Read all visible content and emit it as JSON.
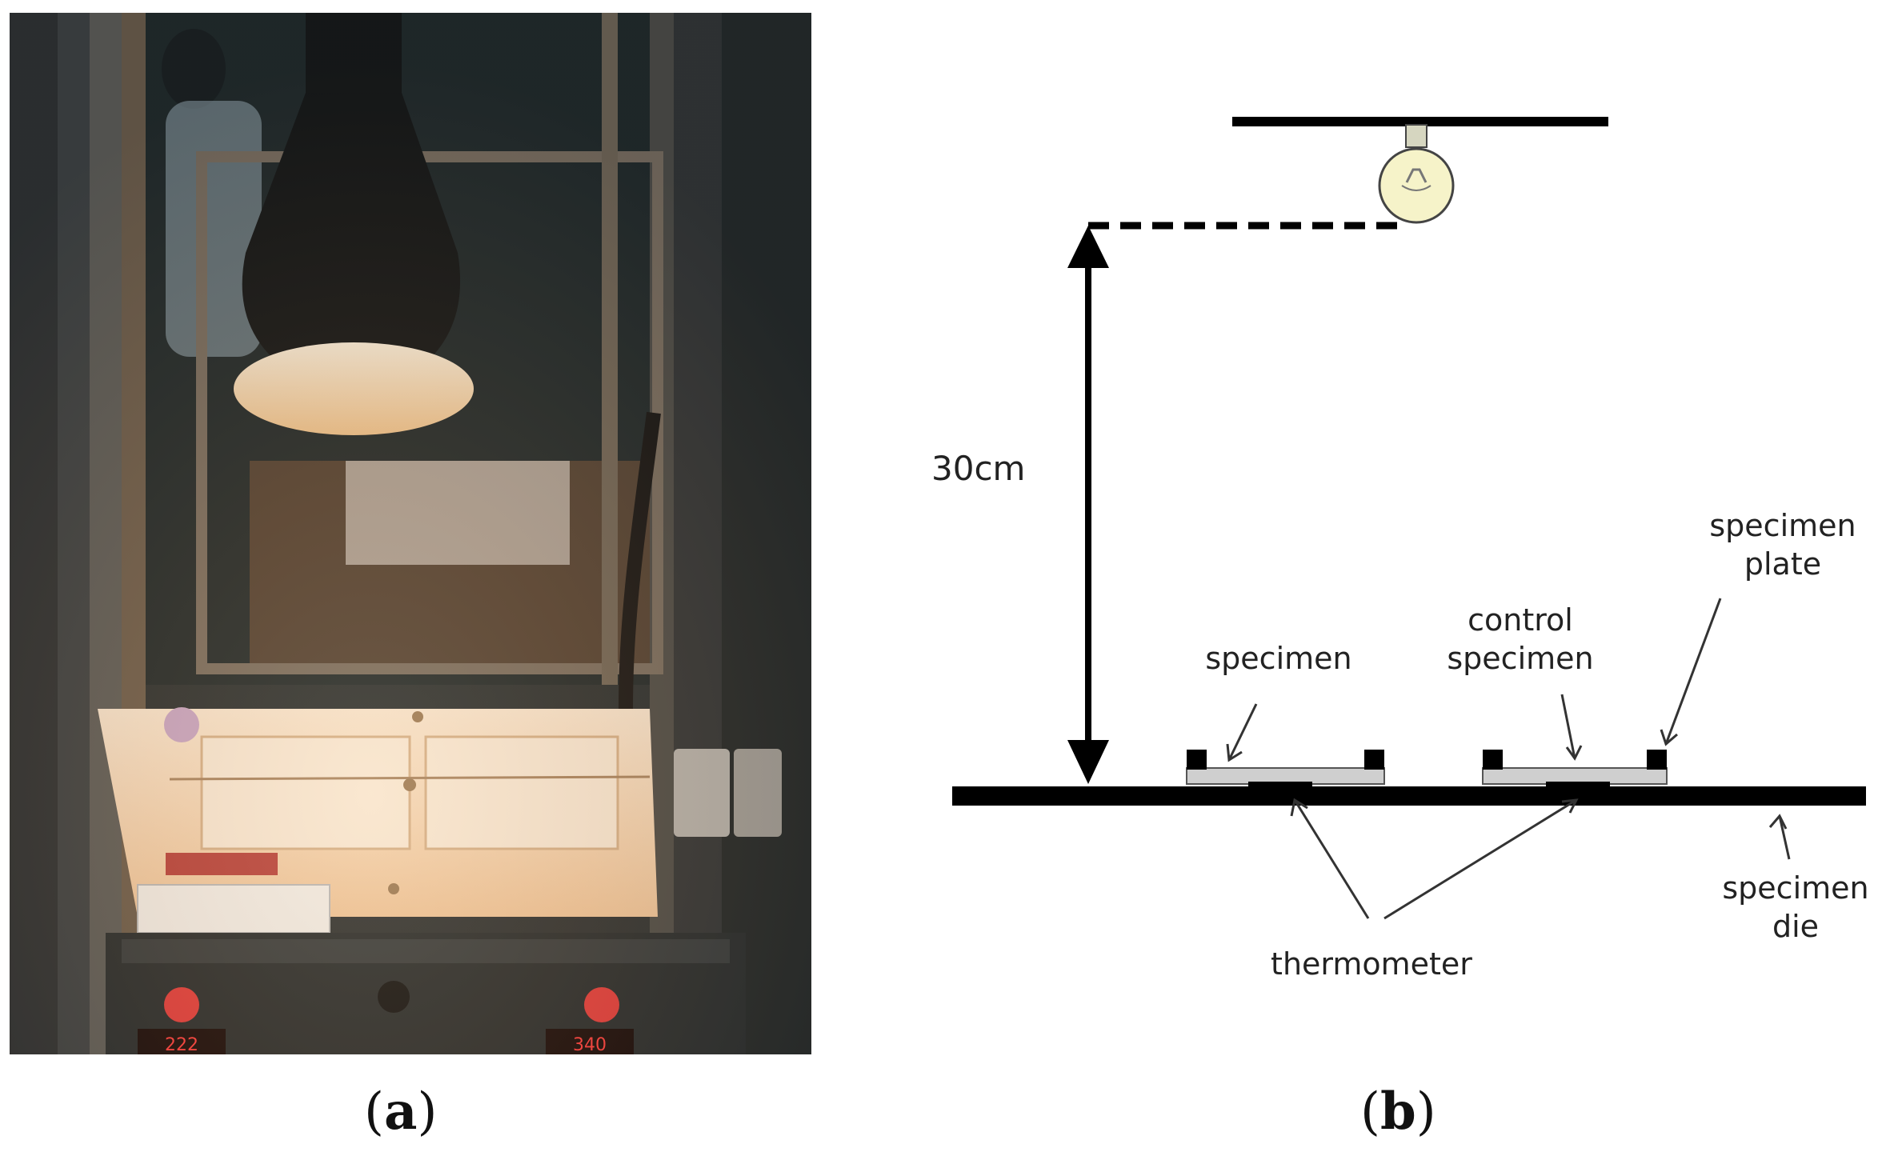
{
  "panel_a": {
    "caption_letter": "a"
  },
  "panel_b": {
    "caption_letter": "b",
    "distance_label": "30cm",
    "labels": {
      "specimen": "specimen",
      "control_line1": "control",
      "control_line2": "specimen",
      "plate_line1": "specimen",
      "plate_line2": "plate",
      "die_line1": "specimen",
      "die_line2": "die",
      "thermometer": "thermometer"
    }
  },
  "photo": {
    "displays": [
      "222",
      "340"
    ],
    "icon": "heat-lamp-test-chamber-photo"
  }
}
